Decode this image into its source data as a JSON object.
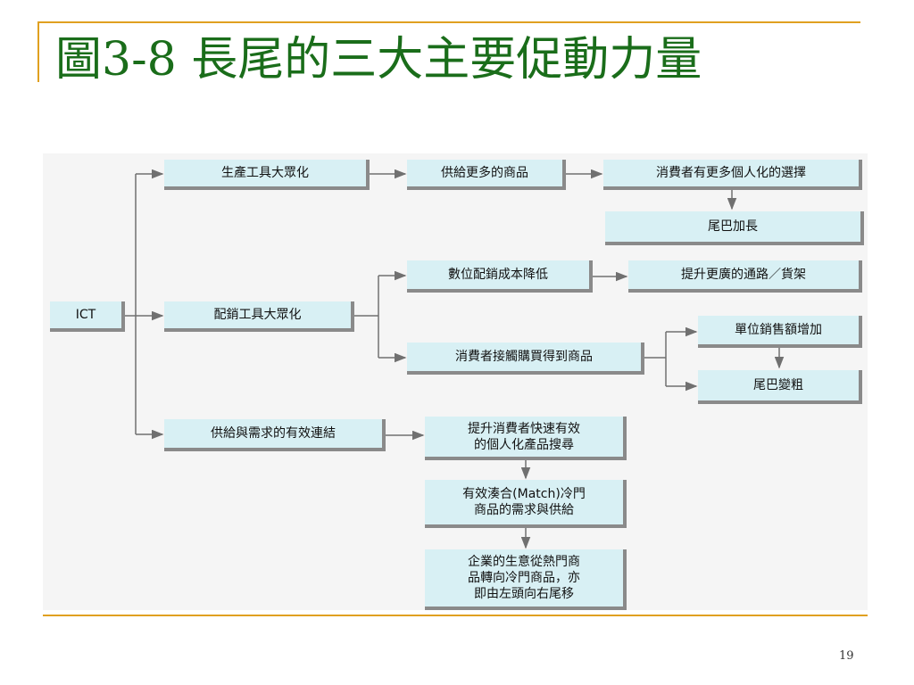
{
  "slide": {
    "title": "圖3-8 長尾的三大主要促動力量",
    "page_number": "19"
  },
  "diagram": {
    "nodes": {
      "ict": "ICT",
      "prod_tools": "生產工具大眾化",
      "more_supply": "供給更多的商品",
      "personal_choice": "消費者有更多個人化的選擇",
      "tail_longer": "尾巴加長",
      "dist_tools": "配銷工具大眾化",
      "dist_cost_down": "數位配銷成本降低",
      "better_channel": "提升更廣的通路／貨架",
      "consumer_access": "消費者接觸購買得到商品",
      "unit_sales_up": "單位銷售額增加",
      "tail_thicker": "尾巴變粗",
      "supply_demand_link": "供給與需求的有效連結",
      "fast_search": "提升消費者快速有效\n的個人化產品搜尋",
      "match": "有效湊合(Match)冷門\n商品的需求與供給",
      "shift": "企業的生意從熱門商\n品轉向冷門商品，亦\n即由左頭向右尾移"
    }
  }
}
